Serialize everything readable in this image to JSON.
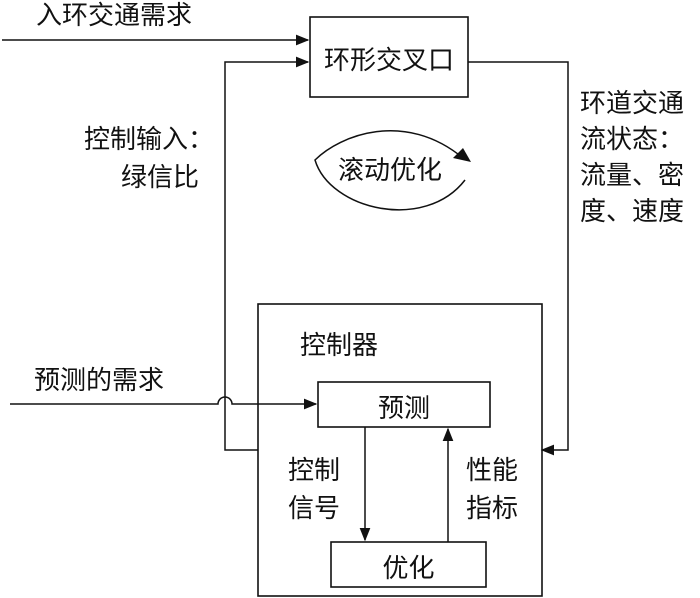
{
  "diagram": {
    "roundabout_box": "环形交叉口",
    "controller_title": "控制器",
    "predict_box": "预测",
    "optimize_box": "优化",
    "rolling_label": "滚动优化",
    "labels": {
      "entry_demand": "入环交通需求",
      "control_input_1": "控制输入：",
      "control_input_2": "绿信比",
      "ring_state_1": "环道交通",
      "ring_state_2": "流状态：",
      "ring_state_3": "流量、密",
      "ring_state_4": "度、速度",
      "predicted_demand": "预测的需求",
      "control_signal_1": "控制",
      "control_signal_2": "信号",
      "performance_1": "性能",
      "performance_2": "指标"
    }
  }
}
